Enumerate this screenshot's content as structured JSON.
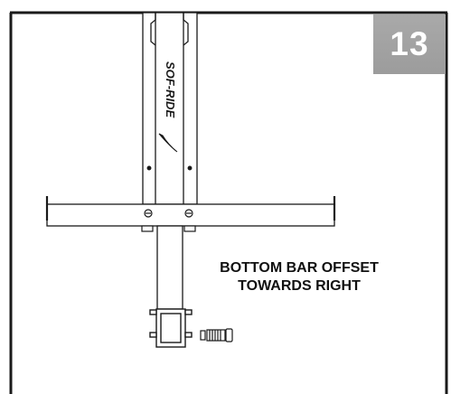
{
  "step": {
    "number": "13"
  },
  "instruction": {
    "line1": "BOTTOM BAR OFFSET",
    "line2": "TOWARDS RIGHT"
  },
  "upright": {
    "brand_text": "SOF-RIDE"
  },
  "colors": {
    "badge_bg": "#a3a3a3",
    "badge_text": "#ffffff",
    "line": "#1a1a1a",
    "frame": "#1a1a1a"
  },
  "icons": {
    "bolt": "hex-bolt-icon"
  }
}
